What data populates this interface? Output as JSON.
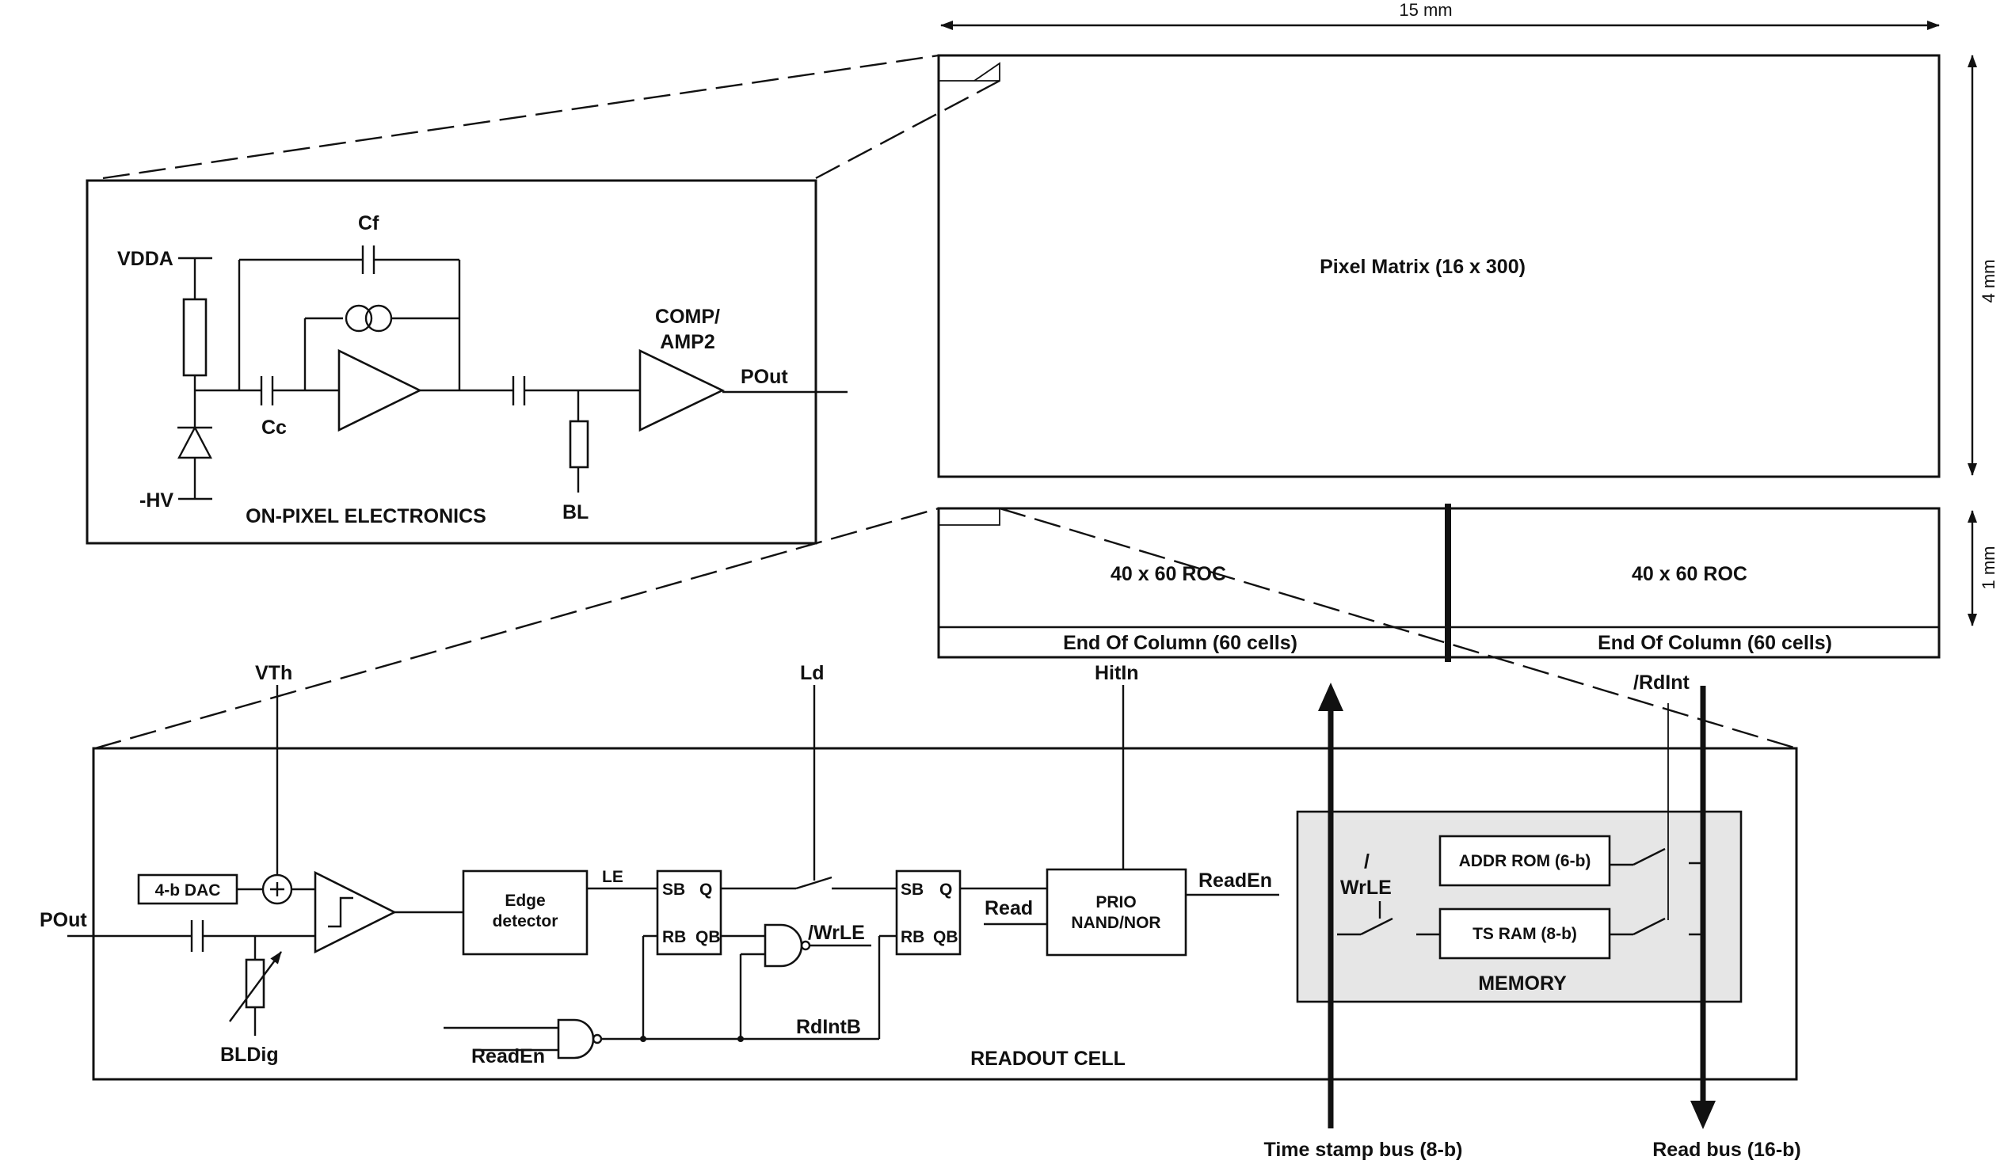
{
  "dimensions": {
    "width": "15 mm",
    "height_matrix": "4 mm",
    "height_roc": "1 mm"
  },
  "pixel_matrix": {
    "title": "Pixel Matrix (16 x 300)"
  },
  "roc": {
    "left_label": "40 x 60 ROC",
    "right_label": "40 x 60 ROC",
    "eoc_left": "End Of Column (60 cells)",
    "eoc_right": "End Of Column (60 cells)"
  },
  "pixel_electronics": {
    "title": "ON-PIXEL ELECTRONICS",
    "vdda": "VDDA",
    "hv": "-HV",
    "cf": "Cf",
    "cc": "Cc",
    "comp": "COMP/",
    "amp2": "AMP2",
    "pout": "POut",
    "bl": "BL"
  },
  "readout_cell": {
    "title": "READOUT CELL",
    "pout": "POut",
    "vth": "VTh",
    "dac": "4-b DAC",
    "bldig": "BLDig",
    "edge_1": "Edge",
    "edge_2": "detector",
    "le": "LE",
    "sb1": "SB",
    "q1": "Q",
    "rb1": "RB",
    "qb1": "QB",
    "wrle": "/WrLE",
    "ld": "Ld",
    "sb2": "SB",
    "q2": "Q",
    "rb2": "RB",
    "qb2": "QB",
    "read": "Read",
    "prio_1": "PRIO",
    "prio_2": "NAND/NOR",
    "readen_out": "ReadEn",
    "readen_in": "ReadEn",
    "rdintb": "RdIntB",
    "hitin": "HitIn",
    "rdint": "/RdInt"
  },
  "memory": {
    "title": "MEMORY",
    "addr_rom": "ADDR ROM (6-b)",
    "ts_ram": "TS RAM (8-b)",
    "wrle": "WrLE",
    "slash": "/"
  },
  "buses": {
    "timestamp": "Time stamp bus (8-b)",
    "read": "Read bus (16-b)"
  }
}
